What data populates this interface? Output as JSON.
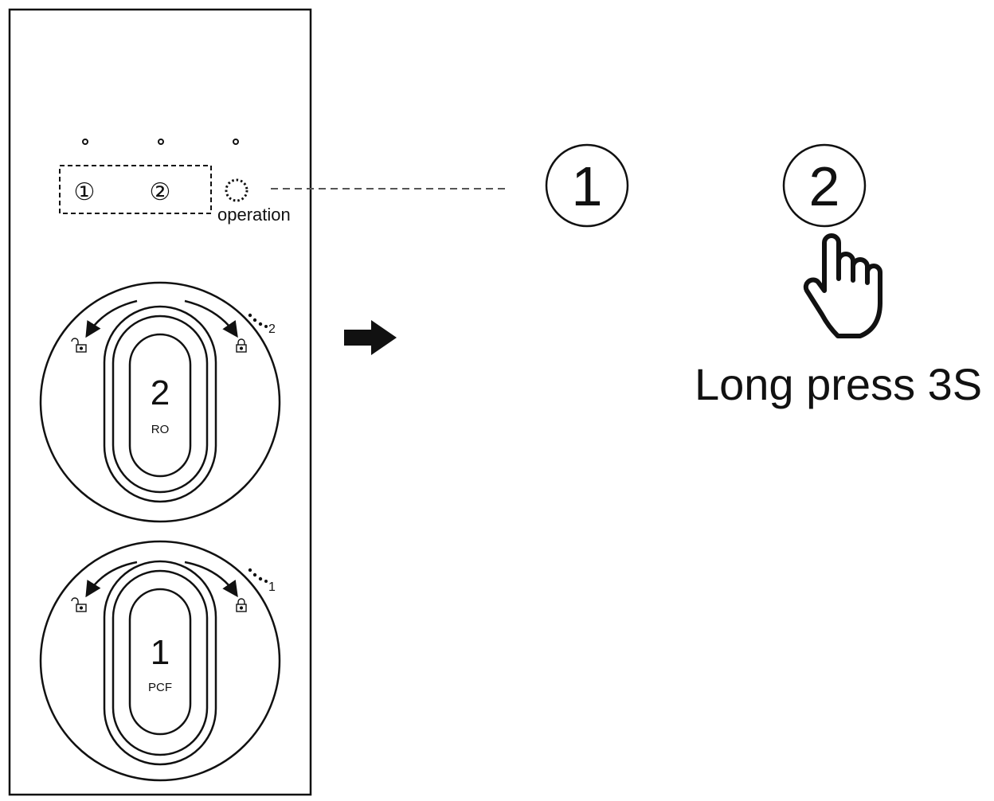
{
  "panel": {
    "indicator_1": "①",
    "indicator_2": "②",
    "operation_label": "operation",
    "filter_top": {
      "number": "2",
      "name": "RO",
      "position_mark": "2"
    },
    "filter_bottom": {
      "number": "1",
      "name": "PCF",
      "position_mark": "1"
    }
  },
  "detail": {
    "step_1": "1",
    "step_2": "2",
    "instruction": "Long press 3S"
  },
  "icons": [
    "arrow-right-icon",
    "hand-pointer-icon",
    "lock-icon",
    "unlock-icon"
  ],
  "colors": {
    "stroke": "#111111",
    "background": "#ffffff"
  }
}
